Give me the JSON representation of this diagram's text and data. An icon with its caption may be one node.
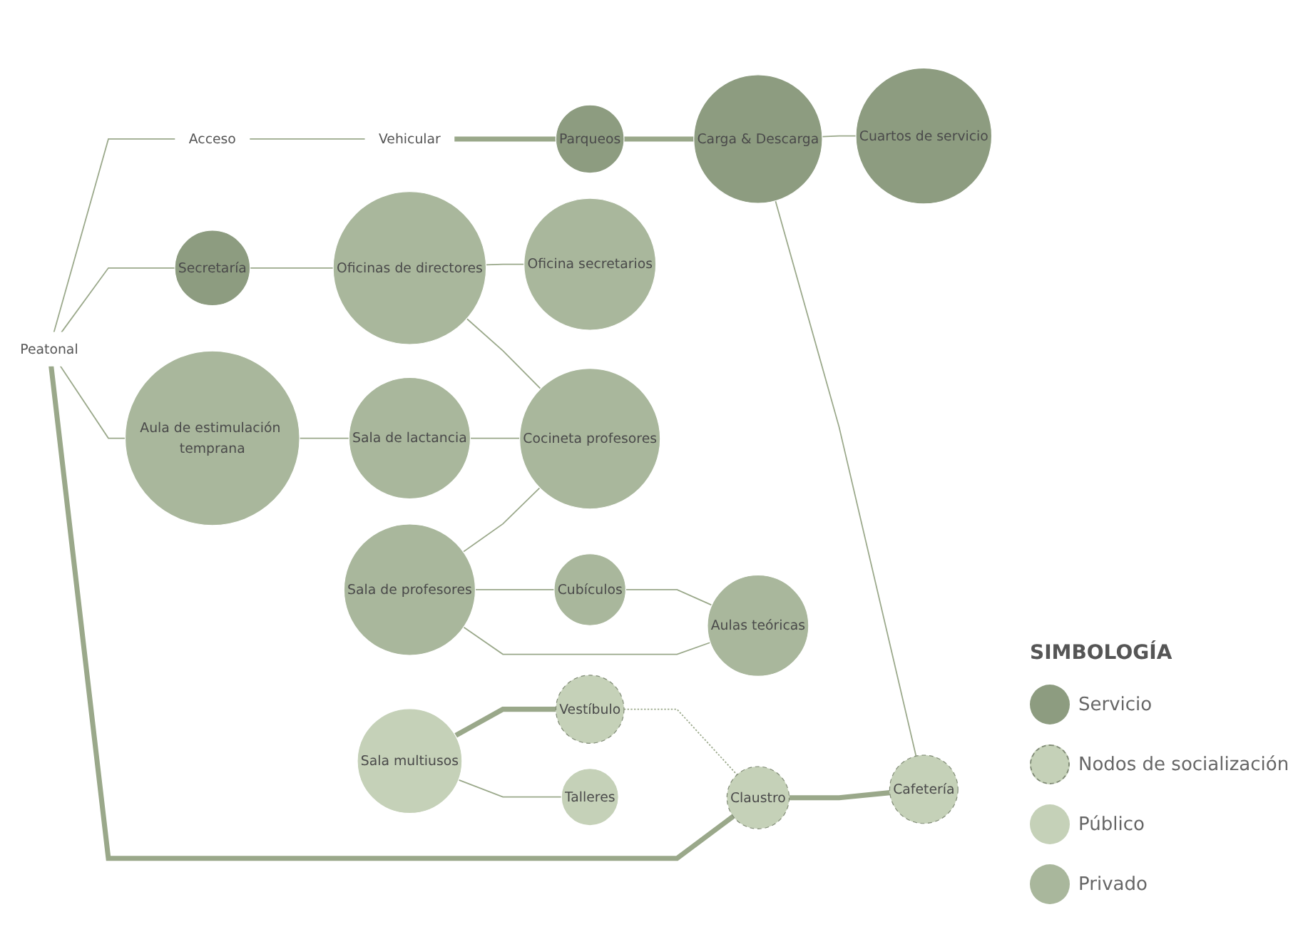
{
  "diagram": {
    "nodes": [
      {
        "text": [
          "Peatonal"
        ]
      },
      {
        "text": [
          "Acceso"
        ]
      },
      {
        "text": [
          "Vehicular"
        ]
      },
      {
        "text": [
          "Secretaría"
        ]
      },
      {
        "text": [
          "Aula de estimulación temprana"
        ]
      },
      {
        "text": [
          "Oficina secretarios"
        ]
      },
      {
        "text": [
          "Parqueos"
        ]
      },
      {
        "text": [
          "Carga & Descarga"
        ]
      },
      {
        "text": [
          "Oficinas de directores"
        ]
      },
      {
        "text": [
          "Sala de lactancia"
        ]
      },
      {
        "text": [
          "Cuartos de servicio"
        ]
      },
      {
        "text": [
          "Sala de profesores"
        ]
      },
      {
        "text": [
          "Cocineta profesores"
        ]
      },
      {
        "text": [
          "Claustro"
        ]
      },
      {
        "text": [
          "Cafetería"
        ]
      },
      {
        "text": [
          "Sala multiusos"
        ]
      },
      {
        "text": [
          "Vestíbulo"
        ]
      },
      {
        "text": [
          "Cubículos"
        ]
      },
      {
        "text": [
          "Aulas teóricas"
        ]
      },
      {
        "text": [
          "Talleres"
        ]
      }
    ],
    "edges": [
      {
        "from": 0,
        "to": 1,
        "arrow": "none"
      },
      {
        "from": 1,
        "to": 2,
        "arrow": "none"
      },
      {
        "from": 0,
        "to": 3,
        "arrow": "none"
      },
      {
        "from": 0,
        "to": 4,
        "arrow": "none"
      },
      {
        "from": 0,
        "to": 13,
        "arrow": "none",
        "style": "thick"
      },
      {
        "from": 2,
        "to": 6,
        "arrow": "none",
        "style": "thick"
      },
      {
        "from": 6,
        "to": 7,
        "arrow": "none",
        "style": "thick"
      },
      {
        "from": 7,
        "to": 10,
        "arrow": "none"
      },
      {
        "from": 7,
        "to": 14,
        "arrow": "none"
      },
      {
        "from": 3,
        "to": 8,
        "arrow": "none"
      },
      {
        "from": 5,
        "to": 8,
        "arrow": "none"
      },
      {
        "from": 4,
        "to": 9,
        "arrow": "none"
      },
      {
        "from": 8,
        "to": 12,
        "arrow": "none"
      },
      {
        "from": 9,
        "to": 12,
        "arrow": "none"
      },
      {
        "from": 11,
        "to": 12,
        "arrow": "none"
      },
      {
        "from": 11,
        "to": 17,
        "arrow": "none"
      },
      {
        "from": 11,
        "to": 18,
        "arrow": "none"
      },
      {
        "from": 17,
        "to": 18,
        "arrow": "none"
      },
      {
        "from": 13,
        "to": 14,
        "arrow": "none",
        "style": "thick"
      },
      {
        "from": 15,
        "to": 16,
        "arrow": "none",
        "style": "thick"
      },
      {
        "from": 16,
        "to": 13,
        "arrow": "none",
        "style": "dashed"
      },
      {
        "from": 15,
        "to": 19,
        "arrow": "none"
      }
    ],
    "labels": [
      "SIMBOLOGÍA"
    ],
    "legend": [
      {
        "text": "Servicio",
        "color": "#8d9c80"
      },
      {
        "text": "Nodos de socialización"
      },
      {
        "text": "Público",
        "color": "#c5d1b8"
      },
      {
        "text": "Privado",
        "color": "#a9b79c"
      }
    ]
  }
}
